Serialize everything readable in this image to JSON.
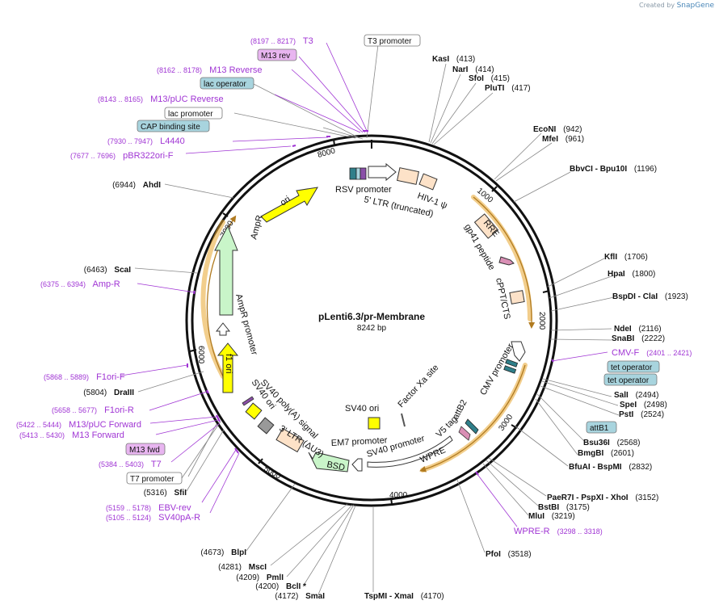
{
  "brand": {
    "prefix": "Created by",
    "name": "SnapGene"
  },
  "plasmid": {
    "name": "pLenti6.3/pr-Membrane",
    "size": "8242 bp"
  },
  "ticks": [
    "1000",
    "2000",
    "3000",
    "4000",
    "5000",
    "6000",
    "7000",
    "8000"
  ],
  "colors": {
    "feature_purple": "#a035d4",
    "enzyme": "#000000",
    "yellow_feature": "#ffff00",
    "promoter_fill": "#ffffff",
    "ltr_fill": "#fde2c8",
    "resistance_fill": "#c9f5c9",
    "label_blue_fill": "#a8d4de",
    "label_purple_fill": "#e8b5f0",
    "orange_arc": "#e8a52e"
  },
  "enzymes_right": [
    {
      "name": "KasI",
      "pos": "(413)"
    },
    {
      "name": "NarI",
      "pos": "(414)"
    },
    {
      "name": "SfoI",
      "pos": "(415)"
    },
    {
      "name": "PluTI",
      "pos": "(417)"
    },
    {
      "name": "EcoNI",
      "pos": "(942)"
    },
    {
      "name": "MfeI",
      "pos": "(961)"
    },
    {
      "name": "BbvCI  - Bpu10I",
      "pos": "(1196)"
    },
    {
      "name": "KflI",
      "pos": "(1706)"
    },
    {
      "name": "HpaI",
      "pos": "(1800)"
    },
    {
      "name": "BspDI  - ClaI",
      "pos": "(1923)"
    },
    {
      "name": "NdeI",
      "pos": "(2116)"
    },
    {
      "name": "SnaBI",
      "pos": "(2222)"
    },
    {
      "name": "SalI",
      "pos": "(2494)"
    },
    {
      "name": "SpeI",
      "pos": "(2498)"
    },
    {
      "name": "PstI",
      "pos": "(2524)"
    },
    {
      "name": "Bsu36I",
      "pos": "(2568)"
    },
    {
      "name": "BmgBI",
      "pos": "(2601)"
    },
    {
      "name": "BfuAI  - BspMI",
      "pos": "(2832)"
    },
    {
      "name": "PaeR7I  - PspXI  - XhoI",
      "pos": "(3152)"
    },
    {
      "name": "BstBI",
      "pos": "(3175)"
    },
    {
      "name": "MluI",
      "pos": "(3219)"
    },
    {
      "name": "PfoI",
      "pos": "(3518)"
    },
    {
      "name": "TspMI  - XmaI",
      "pos": "(4170)"
    }
  ],
  "enzymes_left": [
    {
      "name": "AhdI",
      "pos": "(6944)"
    },
    {
      "name": "ScaI",
      "pos": "(6463)"
    },
    {
      "name": "DraIII",
      "pos": "(5804)"
    },
    {
      "name": "SfiI",
      "pos": "(5316)"
    },
    {
      "name": "BlpI",
      "pos": "(4673)"
    },
    {
      "name": "MscI",
      "pos": "(4281)"
    },
    {
      "name": "PmlI",
      "pos": "(4209)"
    },
    {
      "name": "BclI *",
      "pos": "(4200)"
    },
    {
      "name": "SmaI",
      "pos": "(4172)"
    }
  ],
  "primers": [
    {
      "name": "T3",
      "range": "(8197 .. 8217)"
    },
    {
      "name": "M13 Reverse",
      "range": "(8162 .. 8178)"
    },
    {
      "name": "M13/pUC Reverse",
      "range": "(8143 .. 8165)"
    },
    {
      "name": "L4440",
      "range": "(7930 .. 7947)"
    },
    {
      "name": "pBR322ori-F",
      "range": "(7677 .. 7696)"
    },
    {
      "name": "Amp-R",
      "range": "(6375 .. 6394)"
    },
    {
      "name": "F1ori-F",
      "range": "(5868 .. 5889)"
    },
    {
      "name": "F1ori-R",
      "range": "(5658 .. 5677)"
    },
    {
      "name": "M13/pUC Forward",
      "range": "(5422 .. 5444)"
    },
    {
      "name": "M13 Forward",
      "range": "(5413 .. 5430)"
    },
    {
      "name": "T7",
      "range": "(5384 .. 5403)"
    },
    {
      "name": "EBV-rev",
      "range": "(5159 .. 5178)"
    },
    {
      "name": "SV40pA-R",
      "range": "(5105 .. 5124)"
    },
    {
      "name": "CMV-F",
      "range": "(2401 .. 2421)"
    },
    {
      "name": "WPRE-R",
      "range": "(3298 .. 3318)"
    }
  ],
  "boxed_labels": {
    "t3_promoter": "T3 promoter",
    "m13_rev": "M13 rev",
    "lac_operator": "lac operator",
    "lac_promoter": "lac promoter",
    "cap_site": "CAP binding site",
    "tet_operator_1": "tet operator",
    "tet_operator_2": "tet operator",
    "attb1": "attB1",
    "m13_fwd": "M13 fwd",
    "t7_promoter": "T7 promoter"
  },
  "features": {
    "rsv": "RSV promoter",
    "ltr5": "5' LTR (truncated)",
    "hiv": "HIV-1 ψ",
    "rre": "RRE",
    "gp41": "gp41 peptide",
    "cppt": "cPPT/CTS",
    "cmv": "CMV promoter",
    "attb2": "attB2",
    "v5": "V5 tag",
    "wpre": "WPRE",
    "sv40p": "SV40 promoter",
    "em7": "EM7 promoter",
    "bsd": "BSD",
    "ltr3": "3' LTR (ΔU3)",
    "sv40pa": "SV40 poly(A) signal",
    "sv40ori_out": "SV40 ori",
    "f1": "f1 ori",
    "ampr_prom": "AmpR promoter",
    "ampr": "AmpR",
    "ori": "ori",
    "sv40ori_in": "SV40 ori",
    "factorxa": "Factor Xa site"
  }
}
